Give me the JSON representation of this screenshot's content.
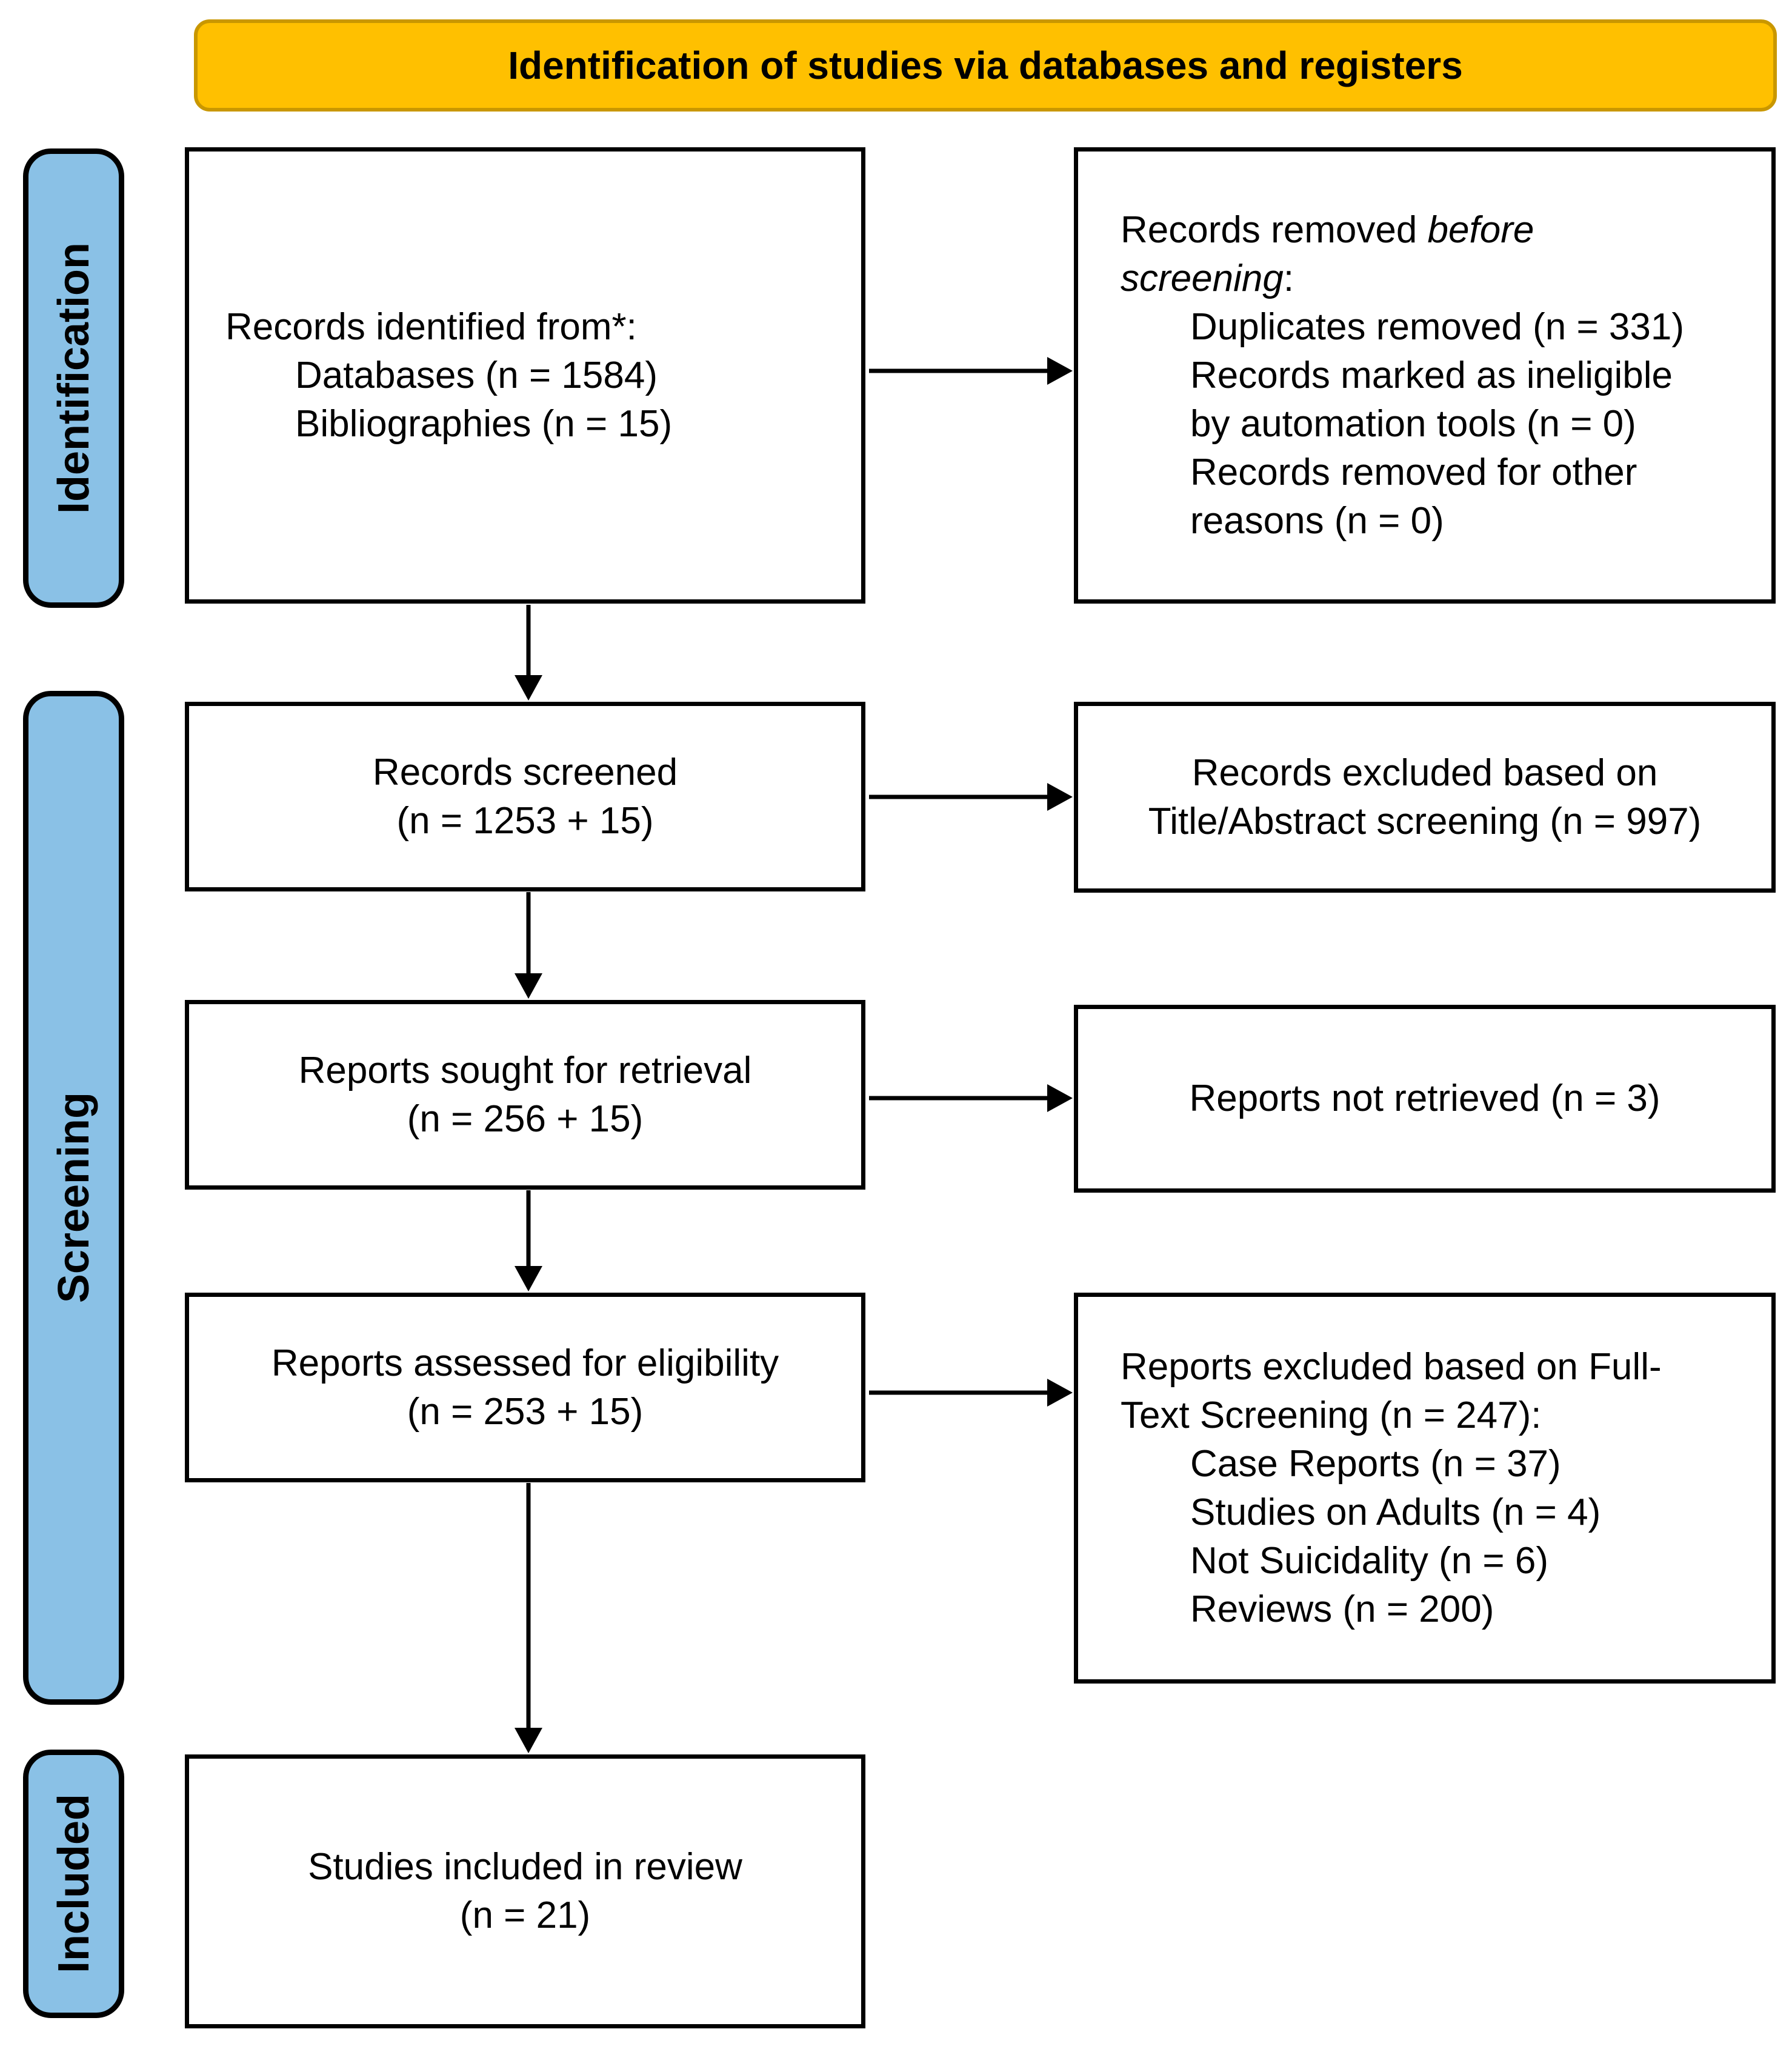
{
  "banner": {
    "title": "Identification of studies via databases and registers",
    "fill_color": "#FFC000",
    "border_color": "#C99700"
  },
  "sidebar": {
    "fill_color": "#8AC1E6",
    "stages": [
      {
        "label": "Identification"
      },
      {
        "label": "Screening"
      },
      {
        "label": "Included"
      }
    ]
  },
  "boxes": {
    "identified": {
      "title": "Records identified from*:",
      "items": [
        "Databases (n = 1584)",
        "Bibliographies (n = 15)"
      ]
    },
    "removed": {
      "title_prefix": "Records removed ",
      "title_italic_line1": "before",
      "title_italic_line2": "screening",
      "title_suffix": ":",
      "lines": [
        "Duplicates removed (n = 331)",
        "Records marked as ineligible",
        "by automation tools (n = 0)",
        "Records removed for other",
        "reasons (n = 0)"
      ]
    },
    "screened": {
      "line1": "Records screened",
      "line2": "(n = 1253 + 15)"
    },
    "excluded_title_abstract": {
      "line1": "Records excluded based on",
      "line2": "Title/Abstract screening (n = 997)"
    },
    "sought": {
      "line1": "Reports sought for retrieval",
      "line2": "(n = 256 + 15)"
    },
    "not_retrieved": {
      "line1": "Reports not retrieved (n = 3)"
    },
    "assessed": {
      "line1": "Reports assessed for eligibility",
      "line2": "(n = 253 + 15)"
    },
    "excluded_full_text": {
      "title_line1": "Reports excluded based on Full-",
      "title_line2": "Text Screening (n = 247):",
      "lines": [
        "Case Reports (n = 37)",
        "Studies on Adults (n = 4)",
        "Not Suicidality (n = 6)",
        "Reviews (n = 200)"
      ]
    },
    "included": {
      "line1": "Studies included in review",
      "line2": "(n = 21)"
    }
  }
}
